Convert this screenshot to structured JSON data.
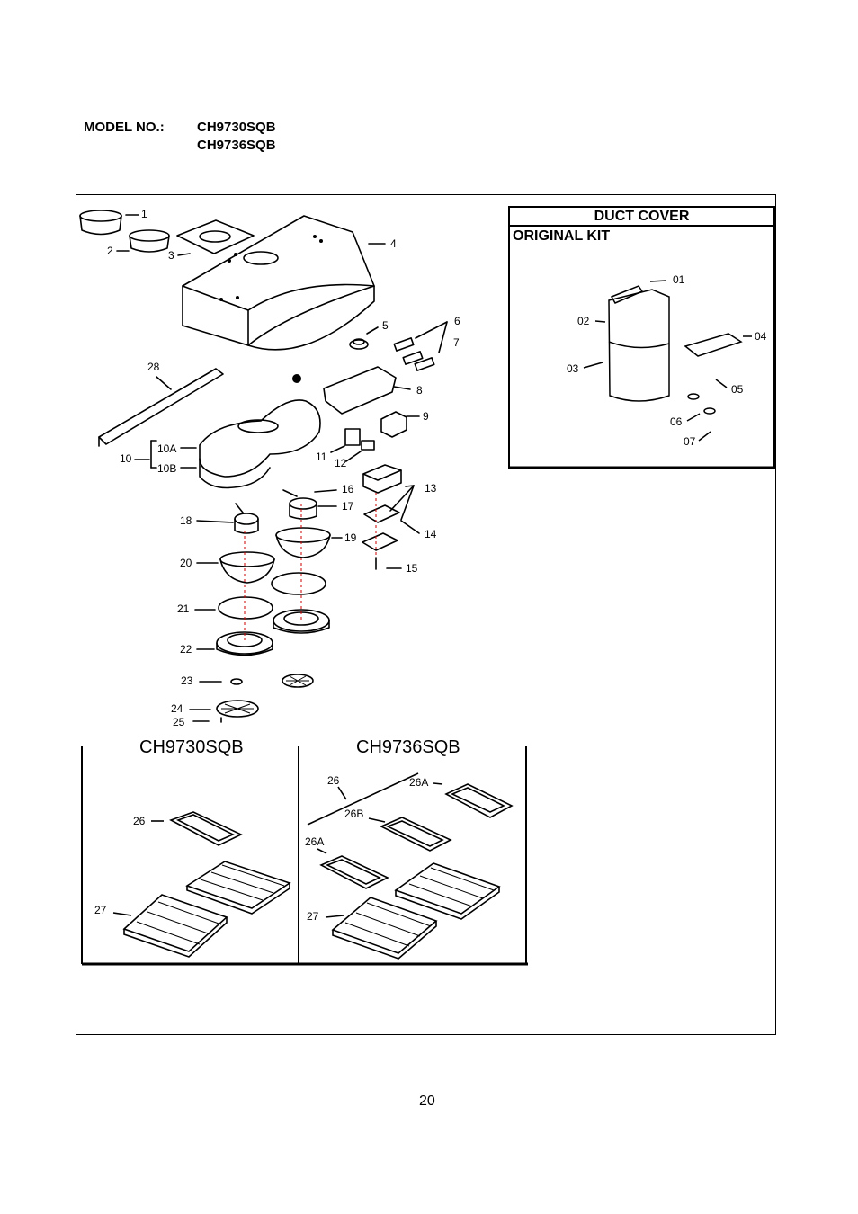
{
  "header": {
    "model_label": "MODEL NO.:",
    "models": [
      "CH9730SQB",
      "CH9736SQB"
    ]
  },
  "duct_cover": {
    "title": "DUCT COVER",
    "subtitle": "ORIGINAL KIT",
    "parts": [
      "01",
      "02",
      "03",
      "04",
      "05",
      "06",
      "07"
    ]
  },
  "main_parts": [
    "1",
    "2",
    "3",
    "4",
    "5",
    "6",
    "7",
    "8",
    "9",
    "10",
    "10A",
    "10B",
    "11",
    "12",
    "13",
    "14",
    "15",
    "16",
    "17",
    "18",
    "19",
    "20",
    "21",
    "22",
    "23",
    "24",
    "25",
    "28"
  ],
  "filters": {
    "left_model": "CH9730SQB",
    "right_model": "CH9736SQB",
    "left_parts": [
      "26",
      "27"
    ],
    "right_parts": [
      "26",
      "26A",
      "26B",
      "26A",
      "27"
    ]
  },
  "page_number": "20",
  "colors": {
    "line": "#000000",
    "axis_dash": "#cc0000"
  }
}
